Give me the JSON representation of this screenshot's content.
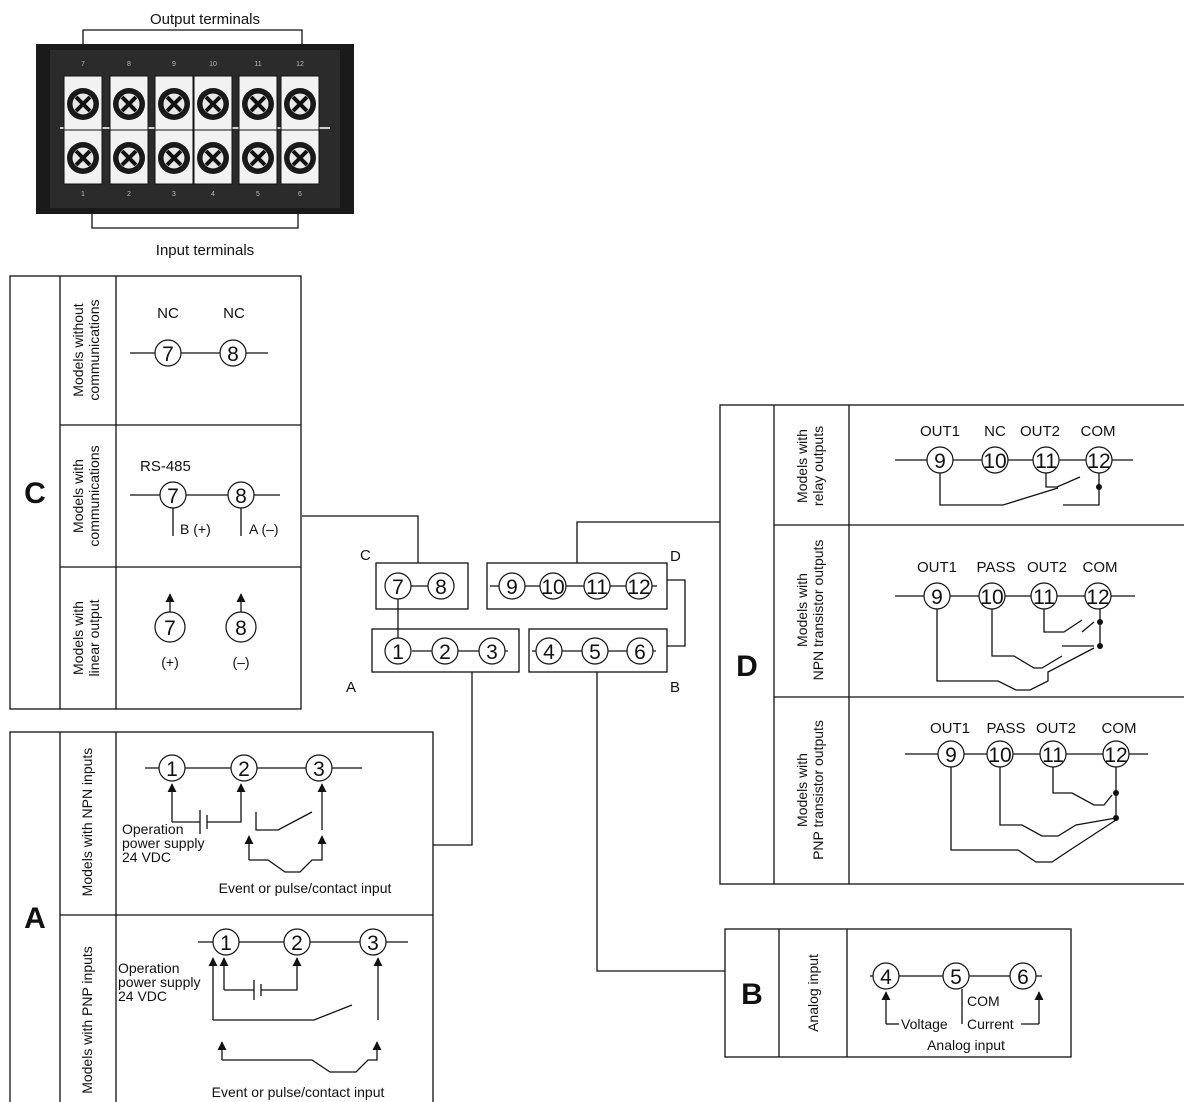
{
  "block": {
    "output_label": "Output terminals",
    "input_label": "Input terminals",
    "top_numbers": [
      "7",
      "8",
      "9",
      "10",
      "11",
      "12"
    ],
    "bottom_numbers": [
      "1",
      "2",
      "3",
      "4",
      "5",
      "6"
    ]
  },
  "center": {
    "label_c": "C",
    "label_d": "D",
    "label_a": "A",
    "label_b": "B",
    "t1": "1",
    "t2": "2",
    "t3": "3",
    "t4": "4",
    "t5": "5",
    "t6": "6",
    "t7": "7",
    "t8": "8",
    "t9": "9",
    "t10": "10",
    "t11": "11",
    "t12": "12"
  },
  "panel_c": {
    "letter": "C",
    "row1": {
      "title": "Models without communications",
      "line1": "Models without",
      "line2": "communications",
      "nc1": "NC",
      "nc2": "NC",
      "t7": "7",
      "t8": "8"
    },
    "row2": {
      "title": "Models with communications",
      "line1": "Models with",
      "line2": "communications",
      "rs485": "RS-485",
      "t7": "7",
      "t8": "8",
      "b": "B (+)",
      "a": "A (–)"
    },
    "row3": {
      "title": "Models with linear output",
      "line1": "Models with",
      "line2": "linear output",
      "t7": "7",
      "t8": "8",
      "plus": "(+)",
      "minus": "(–)"
    }
  },
  "panel_a": {
    "letter": "A",
    "row1": {
      "title": "Models with NPN inputs",
      "t1": "1",
      "t2": "2",
      "t3": "3",
      "supply1": "Operation",
      "supply2": "power supply",
      "supply3": "24 VDC",
      "event": "Event or pulse/contact input"
    },
    "row2": {
      "title": "Models with PNP inputs",
      "t1": "1",
      "t2": "2",
      "t3": "3",
      "supply1": "Operation",
      "supply2": "power supply",
      "supply3": "24 VDC",
      "event": "Event or pulse/contact input"
    }
  },
  "panel_d": {
    "letter": "D",
    "row1": {
      "line1": "Models with",
      "line2": "relay outputs",
      "l1": "OUT1",
      "l2": "NC",
      "l3": "OUT2",
      "l4": "COM",
      "t9": "9",
      "t10": "10",
      "t11": "11",
      "t12": "12"
    },
    "row2": {
      "line1": "Models with",
      "line2": "NPN transistor outputs",
      "l1": "OUT1",
      "l2": "PASS",
      "l3": "OUT2",
      "l4": "COM",
      "t9": "9",
      "t10": "10",
      "t11": "11",
      "t12": "12"
    },
    "row3": {
      "line1": "Models with",
      "line2": "PNP transistor outputs",
      "l1": "OUT1",
      "l2": "PASS",
      "l3": "OUT2",
      "l4": "COM",
      "t9": "9",
      "t10": "10",
      "t11": "11",
      "t12": "12"
    }
  },
  "panel_b": {
    "letter": "B",
    "title": "Analog input",
    "t4": "4",
    "t5": "5",
    "t6": "6",
    "com": "COM",
    "voltage": "Voltage",
    "current": "Current",
    "caption": "Analog input"
  }
}
